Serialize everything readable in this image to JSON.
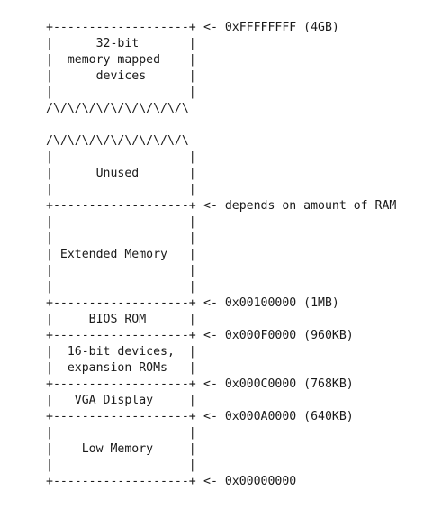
{
  "memory_map": {
    "lines": [
      "+-------------------+",
      "|      32-bit       |",
      "|  memory mapped    |",
      "|      devices      |",
      "|                   |",
      "/\\/\\/\\/\\/\\/\\/\\/\\/\\/\\",
      "",
      "/\\/\\/\\/\\/\\/\\/\\/\\/\\/\\",
      "|                   |",
      "|      Unused       |",
      "|                   |",
      "+-------------------+",
      "|                   |",
      "|                   |",
      "| Extended Memory   |",
      "|                   |",
      "|                   |",
      "+-------------------+",
      "|     BIOS ROM      |",
      "+-------------------+",
      "|  16-bit devices,  |",
      "|  expansion ROMs   |",
      "+-------------------+",
      "|   VGA Display     |",
      "+-------------------+",
      "|                   |",
      "|    Low Memory     |",
      "|                   |",
      "+-------------------+"
    ],
    "annotations": [
      "<- 0xFFFFFFFF (4GB)",
      "<- depends on amount of RAM",
      "<- 0x00100000 (1MB)",
      "<- 0x000F0000 (960KB)",
      "<- 0x000C0000 (768KB)",
      "<- 0x000A0000 (640KB)",
      "<- 0x00000000"
    ]
  }
}
